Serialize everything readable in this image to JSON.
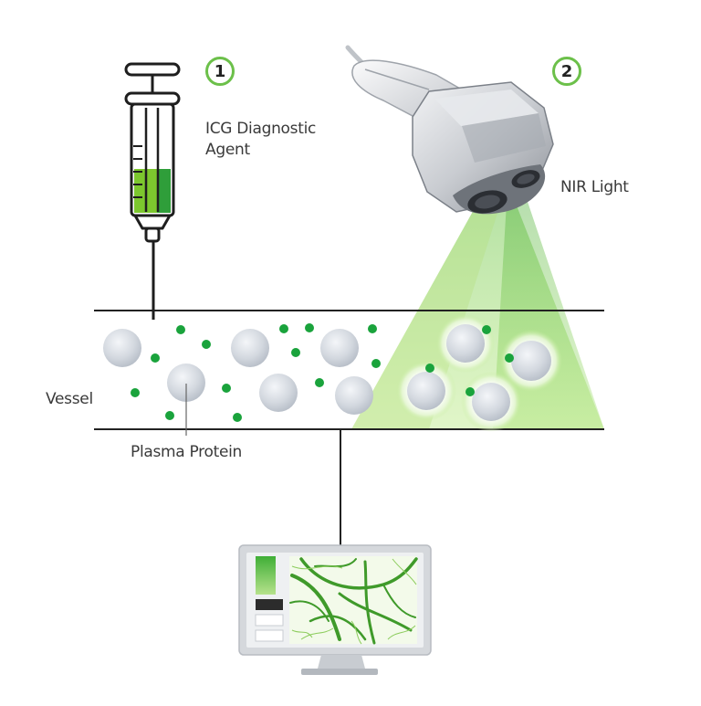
{
  "steps": [
    {
      "number": "1",
      "label_line1": "ICG Diagnostic",
      "label_line2": "Agent"
    },
    {
      "number": "2",
      "label": "NIR Light"
    }
  ],
  "labels": {
    "vessel": "Vessel",
    "plasma_protein": "Plasma Protein"
  },
  "colors": {
    "agent_green": "#1aa33c",
    "light_green": "#7fd03c",
    "badge_border": "#6cc04a",
    "vessel_line": "#222222",
    "protein_gray": "#c9ced6",
    "monitor_frame": "#d5d8dc"
  },
  "icons": [
    "syringe-icon",
    "nir-camera-icon",
    "monitor-icon"
  ]
}
